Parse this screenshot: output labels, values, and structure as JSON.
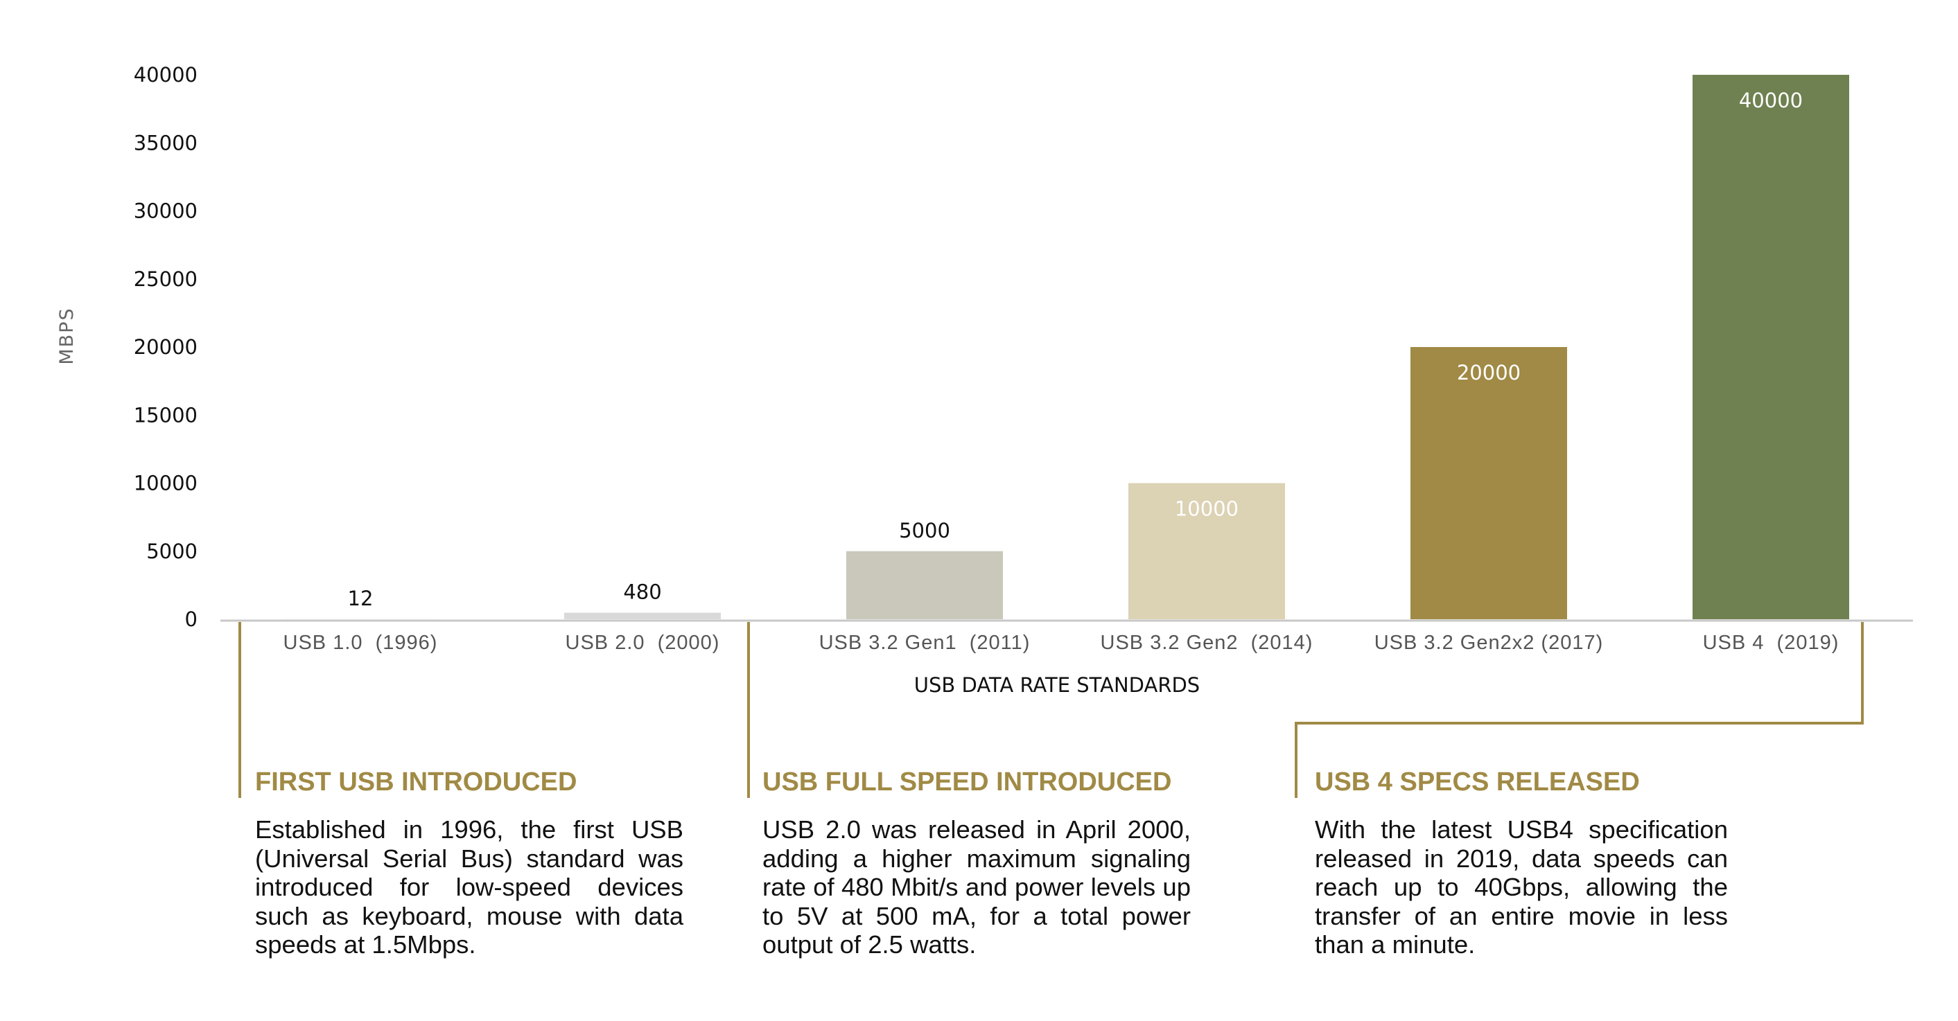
{
  "chart_data": {
    "type": "bar",
    "categories": [
      "USB 1.0  (1996)",
      "USB 2.0  (2000)",
      "USB 3.2 Gen1  (2011)",
      "USB 3.2 Gen2  (2014)",
      "USB 3.2 Gen2x2 (2017)",
      "USB 4  (2019)"
    ],
    "values": [
      12,
      480,
      5000,
      10000,
      20000,
      40000
    ],
    "data_labels": [
      "12",
      "480",
      "5000",
      "10000",
      "20000",
      "40000"
    ],
    "bar_colors": [
      "#d9d9d9",
      "#d9d9d9",
      "#c9c8bb",
      "#dcd2b4",
      "#a08a45",
      "#6f8150"
    ],
    "xlabel": "USB DATA RATE STANDARDS",
    "ylabel": "MBPS",
    "ylim": [
      0,
      40000
    ],
    "yticks": [
      0,
      5000,
      10000,
      15000,
      20000,
      25000,
      30000,
      35000,
      40000
    ],
    "grid": false,
    "legend": "none"
  },
  "annotations": [
    {
      "title": "FIRST USB INTRODUCED",
      "body": "Established in 1996, the first USB (Universal Serial Bus) standard was introduced for low-speed devices such as keyboard, mouse with data speeds at 1.5Mbps."
    },
    {
      "title": "USB FULL SPEED INTRODUCED",
      "body": "USB 2.0 was released in April 2000, adding a higher maximum signaling rate of 480 Mbit/s and power levels up to 5V at 500 mA, for a total power output of 2.5 watts."
    },
    {
      "title": "USB 4 SPECS RELEASED",
      "body": "With the latest USB4 specification released in 2019, data speeds can reach up to 40Gbps, allowing the transfer of an entire movie in less than a minute."
    }
  ],
  "colors": {
    "accent": "#a08a45",
    "axis": "#c8c8c8"
  }
}
